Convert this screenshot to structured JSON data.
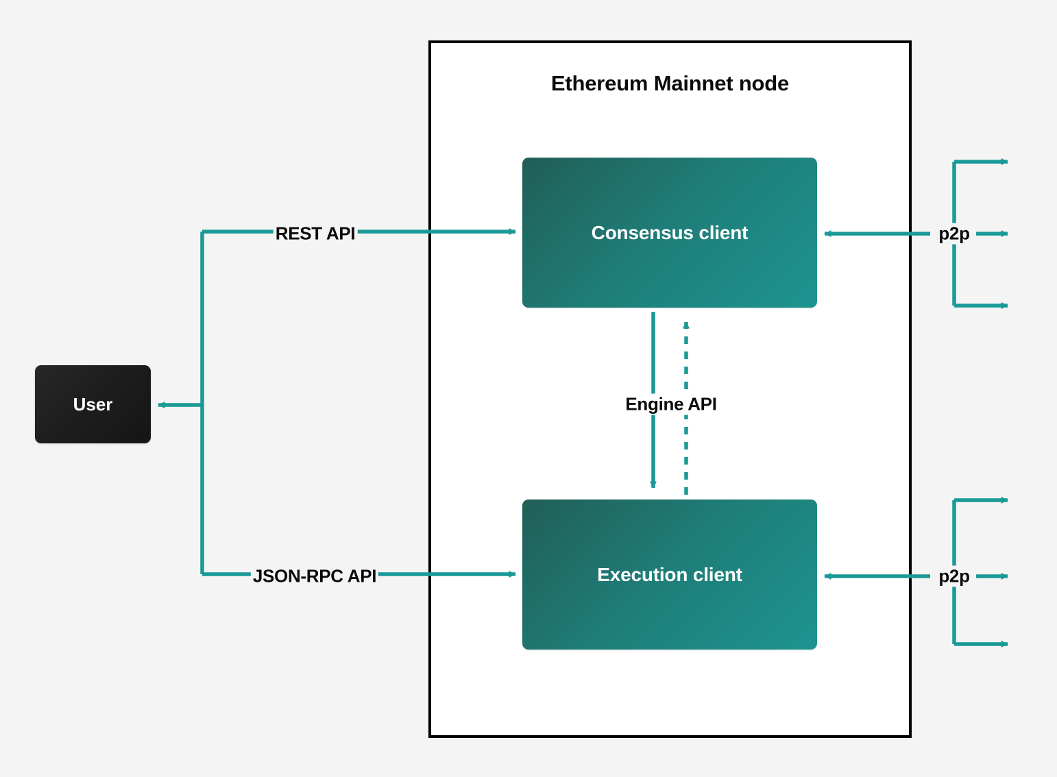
{
  "diagram": {
    "title": "Ethereum Mainnet node",
    "background_color": "#f4f4f4",
    "accent_color": "#1a9a97",
    "container_border_color": "#000000",
    "nodes": {
      "user": {
        "label": "User",
        "fill": "#1c1c1c",
        "text_color": "#ffffff"
      },
      "consensus_client": {
        "label": "Consensus client",
        "fill_from": "#215e57",
        "fill_to": "#1d9490",
        "text_color": "#ffffff"
      },
      "execution_client": {
        "label": "Execution client",
        "fill_from": "#215e57",
        "fill_to": "#1d9490",
        "text_color": "#ffffff"
      }
    },
    "edges": {
      "rest_api": {
        "label": "REST API",
        "style": "solid",
        "direction": "user-to-consensus"
      },
      "json_rpc_api": {
        "label": "JSON-RPC API",
        "style": "solid",
        "direction": "user-to-execution"
      },
      "engine_api_down": {
        "label": "Engine API",
        "style": "solid",
        "direction": "consensus-to-execution"
      },
      "engine_api_up": {
        "label": "Engine API",
        "style": "dashed",
        "direction": "execution-to-consensus"
      },
      "p2p_consensus": {
        "label": "p2p",
        "style": "solid",
        "direction": "bidirectional"
      },
      "p2p_execution": {
        "label": "p2p",
        "style": "solid",
        "direction": "bidirectional"
      }
    }
  }
}
